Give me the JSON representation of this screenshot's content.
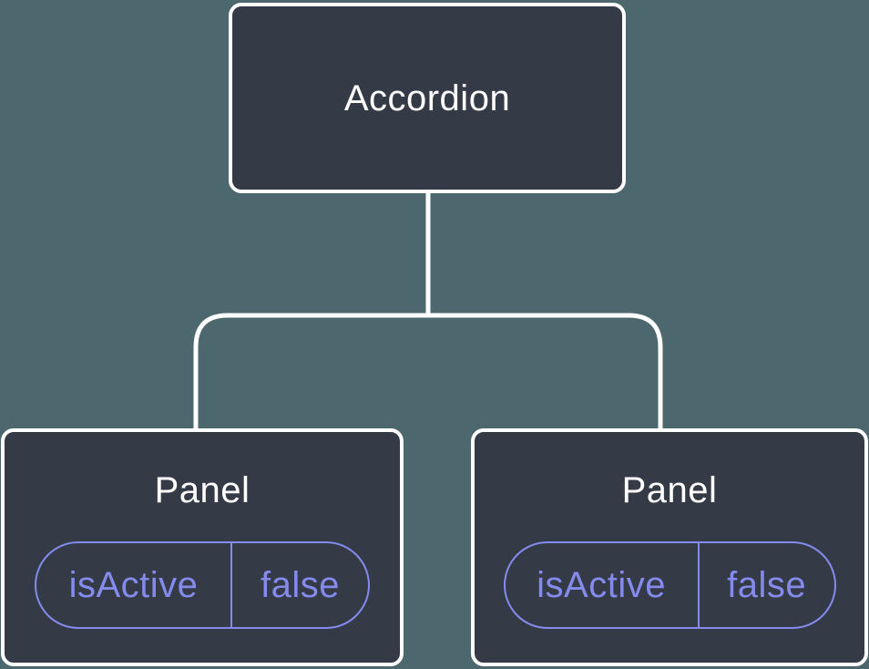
{
  "diagram": {
    "kind": "component-tree",
    "root": {
      "label": "Accordion"
    },
    "panels": [
      {
        "label": "Panel",
        "state": {
          "key": "isActive",
          "value": "false"
        }
      },
      {
        "label": "Panel",
        "state": {
          "key": "isActive",
          "value": "false"
        }
      }
    ],
    "colors": {
      "background": "#4d676e",
      "node_fill": "#343a46",
      "node_border": "#ffffff",
      "connector": "#ffffff",
      "title_text": "#ffffff",
      "state_accent": "#858bec"
    }
  }
}
